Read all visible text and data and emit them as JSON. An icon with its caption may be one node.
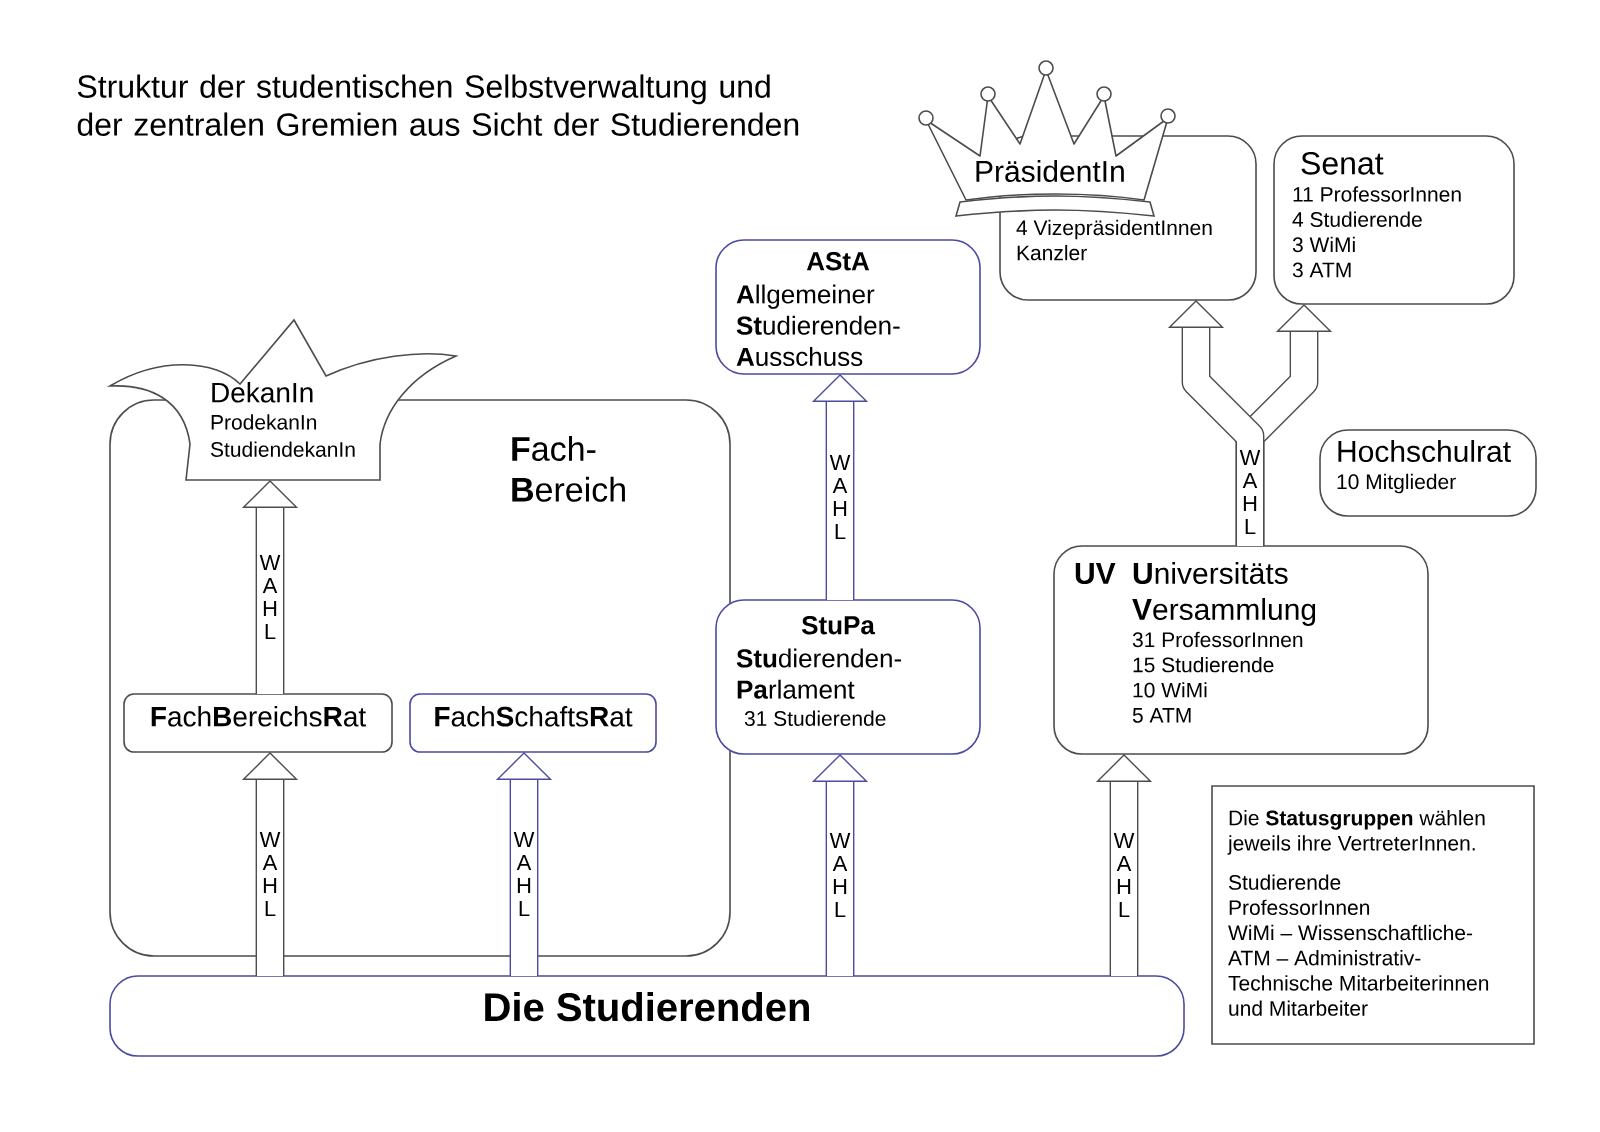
{
  "diagram": {
    "title": "Struktur der studentischen Selbstverwaltung und der zentralen Gremien aus Sicht der Studierenden",
    "nodes": [
      {
        "text": [
          "**F**ach- **B**ereich"
        ]
      },
      {
        "text": [
          "DekanIn",
          "ProdekanIn",
          "StudiendekanIn"
        ]
      },
      {
        "text": [
          "**F**ach**B**ereichs**R**at"
        ],
        "in": 0
      },
      {
        "text": [
          "**F**ach**S**chafts**R**at"
        ],
        "in": 0
      },
      {
        "text": [
          "AStA",
          "**A**llgemeiner **St**udierenden- **A**usschuss"
        ]
      },
      {
        "text": [
          "StuPa",
          "**Stu**dierenden- **Pa**rlament",
          "31 Studierende"
        ]
      },
      {
        "text": [
          "PräsidentIn",
          "4 VizepräsidentInnen",
          "Kanzler"
        ]
      },
      {
        "text": [
          "Senat",
          "11 ProfessorInnen",
          "4 Studierende",
          "3 WiMi",
          "3 ATM"
        ]
      },
      {
        "text": [
          "Hochschulrat",
          "10 Mitglieder"
        ]
      },
      {
        "text": [
          "UV",
          "**U**niversitäts **V**ersammlung",
          "31 ProfessorInnen",
          "15 Studierende",
          "10 WiMi",
          "5 ATM"
        ]
      },
      {
        "text": [
          "Die Studierenden"
        ]
      },
      {
        "text": [
          "Die **Statusgruppen** wählen jeweils ihre VertreterInnen.",
          "Studierende",
          "ProfessorInnen",
          "WiMi – Wissenschaftliche-",
          "ATM – Administrativ- Technische Mitarbeiterinnen und Mitarbeiter"
        ]
      }
    ],
    "edges": [
      {
        "from": 10,
        "to": 2,
        "arrow": "to",
        "label": "WAHL"
      },
      {
        "from": 2,
        "to": 1,
        "arrow": "to",
        "label": "WAHL"
      },
      {
        "from": 10,
        "to": 3,
        "arrow": "to",
        "label": "WAHL",
        "color": "#4b4ba0"
      },
      {
        "from": 10,
        "to": 5,
        "arrow": "to",
        "label": "WAHL",
        "color": "#4b4ba0"
      },
      {
        "from": 5,
        "to": 4,
        "arrow": "to",
        "label": "WAHL",
        "color": "#4b4ba0"
      },
      {
        "from": 10,
        "to": 9,
        "arrow": "to",
        "label": "WAHL"
      },
      {
        "from": 9,
        "to": 6,
        "arrow": "to",
        "label": "WAHL"
      },
      {
        "from": 9,
        "to": 7,
        "arrow": "to"
      }
    ]
  }
}
